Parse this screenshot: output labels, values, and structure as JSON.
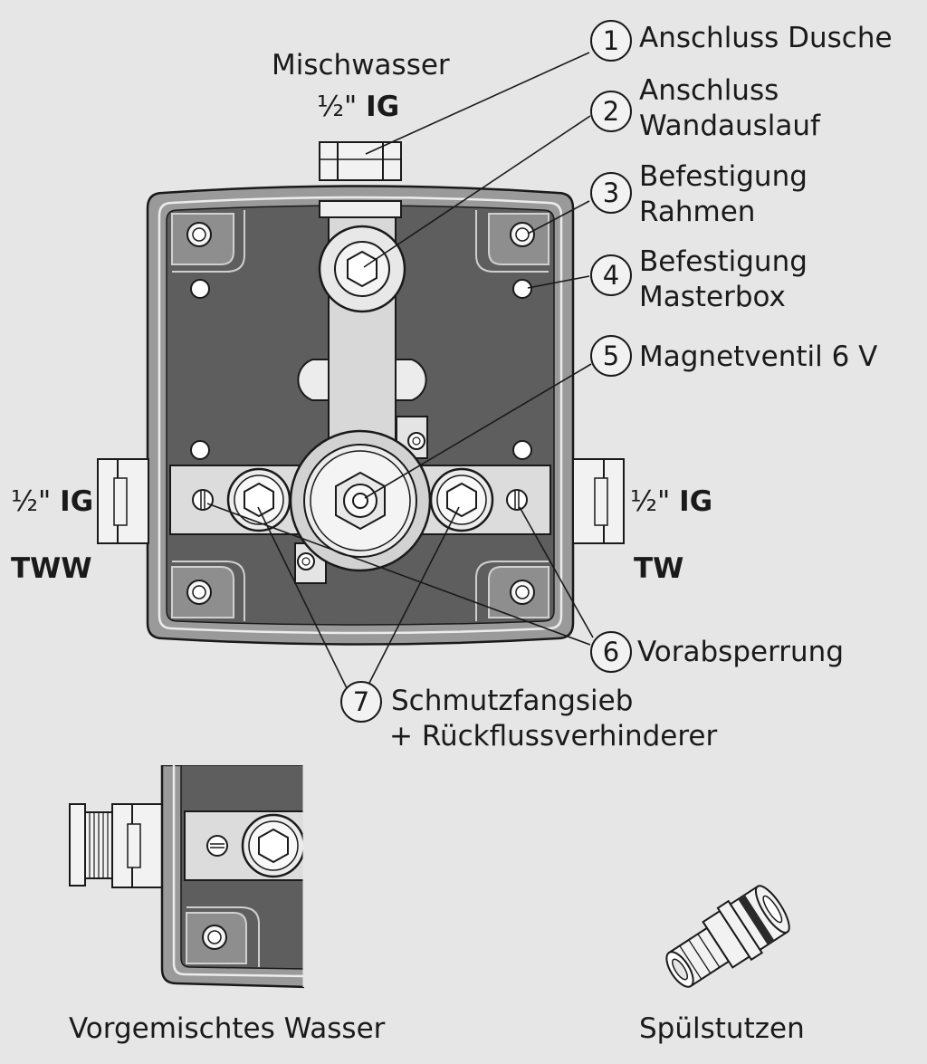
{
  "top_connection": {
    "label": "Mischwasser",
    "thread_frac": "½\"",
    "thread_unit": "IG"
  },
  "left_connection": {
    "thread_frac": "½\"",
    "thread_unit": "IG",
    "name": "TWW"
  },
  "right_connection": {
    "thread_frac": "½\"",
    "thread_unit": "IG",
    "name": "TW"
  },
  "callouts": [
    {
      "number": "1",
      "lines": [
        "Anschluss Dusche"
      ]
    },
    {
      "number": "2",
      "lines": [
        "Anschluss",
        "Wandauslauf"
      ]
    },
    {
      "number": "3",
      "lines": [
        "Befestigung",
        "Rahmen"
      ]
    },
    {
      "number": "4",
      "lines": [
        "Befestigung",
        "Masterbox"
      ]
    },
    {
      "number": "5",
      "lines": [
        "Magnetventil 6 V"
      ]
    },
    {
      "number": "6",
      "lines": [
        "Vorabsperrung"
      ]
    },
    {
      "number": "7",
      "lines": [
        "Schmutzfangsieb",
        "+ Rückflussverhinderer"
      ]
    }
  ],
  "bottom_captions": {
    "left": "Vorgemischtes Wasser",
    "right": "Spülstutzen"
  }
}
